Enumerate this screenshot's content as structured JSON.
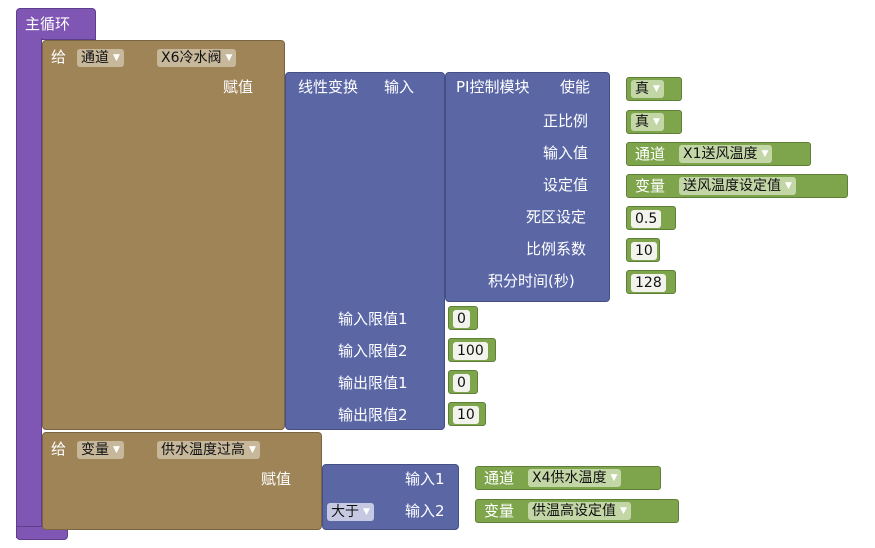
{
  "main_loop": {
    "label": "主循环"
  },
  "set1": {
    "give": "给",
    "kind": "通道",
    "target": "X6冷水阀",
    "assign": "赋值"
  },
  "linear": {
    "title": "线性变换",
    "input": "输入",
    "in_min": "输入限值1",
    "in_max": "输入限值2",
    "out_min": "输出限值1",
    "out_max": "输出限值2",
    "in_min_val": "0",
    "in_max_val": "100",
    "out_min_val": "0",
    "out_max_val": "10"
  },
  "pi": {
    "title": "PI控制模块",
    "enable": "使能",
    "enable_val": "真",
    "direct": "正比例",
    "direct_val": "真",
    "input": "输入值",
    "input_kind": "通道",
    "input_val": "X1送风温度",
    "setpoint": "设定值",
    "setpoint_kind": "变量",
    "setpoint_val": "送风温度设定值",
    "deadband": "死区设定",
    "deadband_val": "0.5",
    "gain": "比例系数",
    "gain_val": "10",
    "integral": "积分时间(秒)",
    "integral_val": "128"
  },
  "set2": {
    "give": "给",
    "kind": "变量",
    "target": "供水温度过高",
    "assign": "赋值"
  },
  "compare": {
    "op": "大于",
    "input1": "输入1",
    "input2": "输入2",
    "in1_kind": "通道",
    "in1_val": "X4供水温度",
    "in2_kind": "变量",
    "in2_val": "供温高设定值"
  }
}
